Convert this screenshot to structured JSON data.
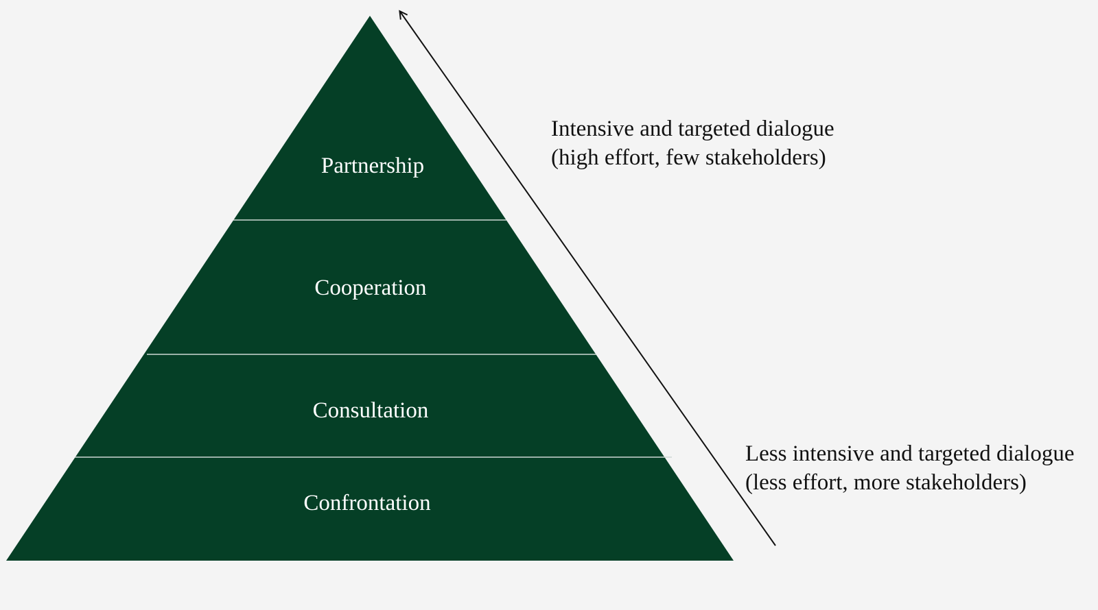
{
  "colors": {
    "background": "#f4f4f4",
    "pyramid_fill": "#053f26",
    "divider": "#cfd8d3",
    "label_text": "#ffffff",
    "arrow": "#111111"
  },
  "pyramid": {
    "levels": [
      {
        "label": "Partnership"
      },
      {
        "label": "Cooperation"
      },
      {
        "label": "Consultation"
      },
      {
        "label": "Confrontation"
      }
    ]
  },
  "annotations": {
    "top": {
      "line1": "Intensive and targeted dialogue",
      "line2": "(high effort, few stakeholders)"
    },
    "bottom": {
      "line1": "Less intensive and targeted dialogue",
      "line2": "(less effort, more stakeholders)"
    }
  },
  "arrow": {
    "direction": "up",
    "icon": "arrow-up-icon"
  }
}
